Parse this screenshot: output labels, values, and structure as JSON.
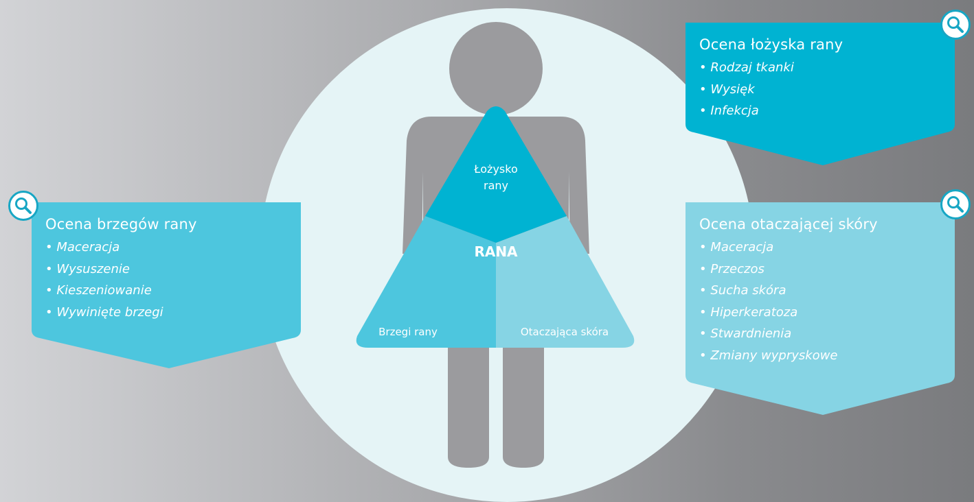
{
  "center": {
    "bed_label_line1": "Łożysko",
    "bed_label_line2": "rany",
    "center_label": "RANA",
    "left_label": "Brzegi rany",
    "right_label": "Otaczająca skóra"
  },
  "panels": {
    "bed": {
      "title": "Ocena łożyska rany",
      "items": [
        "Rodzaj tkanki",
        "Wysięk",
        "Infekcja"
      ]
    },
    "edges": {
      "title": "Ocena brzegów rany",
      "items": [
        "Maceracja",
        "Wysuszenie",
        "Kieszeniowanie",
        "Wywinięte brzegi"
      ]
    },
    "skin": {
      "title": "Ocena otaczającej skóry",
      "items": [
        "Maceracja",
        "Przeczos",
        "Sucha skóra",
        "Hiperkeratoza",
        "Stwardnienia",
        "Zmiany wypryskowe"
      ]
    }
  },
  "colors": {
    "bed": "#00b3d2",
    "edges": "#4dc6de",
    "skin": "#86d4e4",
    "figure": "#9b9b9e",
    "circle": "#e5f4f6"
  },
  "icons": [
    "search-icon"
  ]
}
